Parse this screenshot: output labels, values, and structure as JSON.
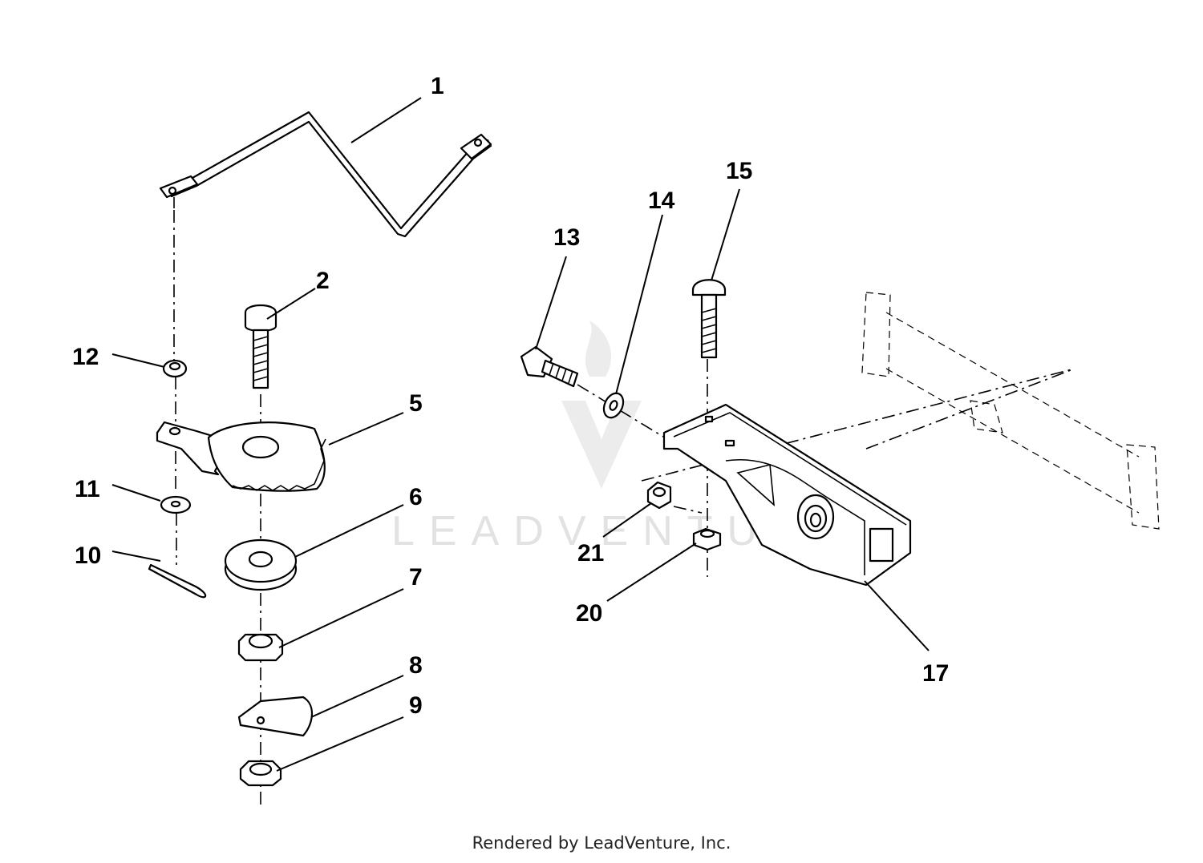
{
  "diagram": {
    "callouts": [
      "1",
      "2",
      "5",
      "6",
      "7",
      "8",
      "9",
      "10",
      "11",
      "12",
      "13",
      "14",
      "15",
      "17",
      "20",
      "21"
    ],
    "watermark": {
      "logo": "leadventure-flame-logo",
      "text": "LEADVENTURE"
    }
  },
  "footer": {
    "text": "Rendered by LeadVenture, Inc."
  }
}
